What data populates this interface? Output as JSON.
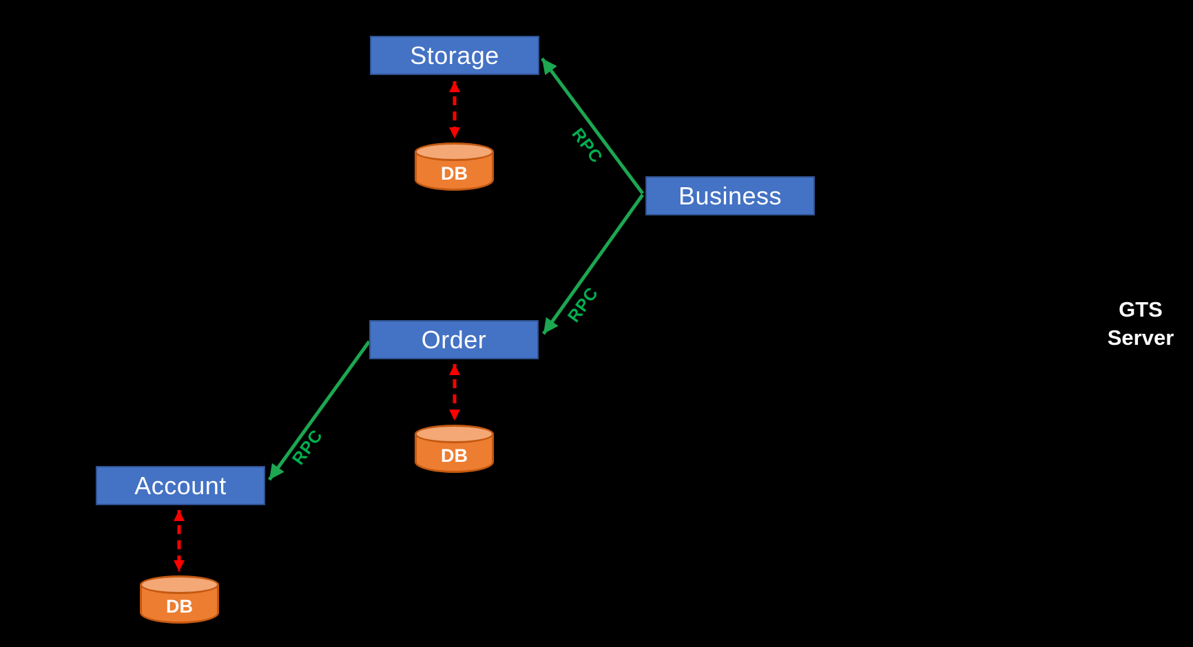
{
  "nodes": {
    "storage": {
      "label": "Storage"
    },
    "business": {
      "label": "Business"
    },
    "order": {
      "label": "Order"
    },
    "account": {
      "label": "Account"
    }
  },
  "databases": {
    "storage_db": {
      "label": "DB"
    },
    "order_db": {
      "label": "DB"
    },
    "account_db": {
      "label": "DB"
    }
  },
  "edges": {
    "business_to_storage": {
      "label": "RPC"
    },
    "business_to_order": {
      "label": "RPC"
    },
    "order_to_account": {
      "label": "RPC"
    }
  },
  "side_label": {
    "line1": "GTS",
    "line2": "Server"
  },
  "colors": {
    "background": "#000000",
    "node_fill": "#4472C4",
    "node_border": "#2F528F",
    "db_fill": "#ED7D31",
    "db_top": "#F3A876",
    "db_border": "#C45911",
    "rpc_green": "#00B050",
    "db_link_red": "#FF0000",
    "text": "#FFFFFF"
  }
}
